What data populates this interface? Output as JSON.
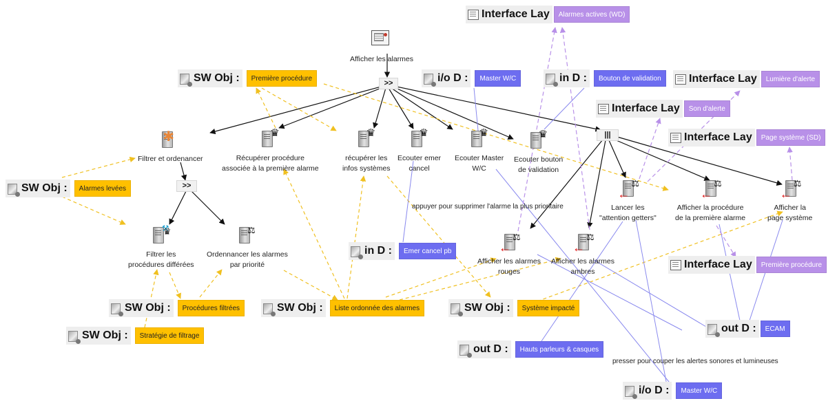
{
  "tasks": {
    "afficher": {
      "label": "Afficher les alarmes",
      "icon": "root-task-icon"
    },
    "filtrer": {
      "label": "Filtrer et ordenancer",
      "icon": "abstract-task-icon"
    },
    "recup_proc": {
      "label": "Récupérer procédure\nassociée à la première alarme",
      "icon": "system-task-icon"
    },
    "recup_infos": {
      "label": "récupérer les\ninfos systèmes",
      "icon": "system-task-icon"
    },
    "ecouter_cancel": {
      "label": "Ecouter emer\ncancel",
      "icon": "system-task-icon"
    },
    "ecouter_master": {
      "label": "Ecouter Master\nW/C",
      "icon": "system-task-icon"
    },
    "ecouter_bouton": {
      "label": "Ecouter bouton\nde validation",
      "icon": "system-task-icon"
    },
    "filtrer_proc": {
      "label": "Filtrer les\nprocédures différées",
      "icon": "system-task-icon"
    },
    "ordonnancer": {
      "label": "Ordennancer les alarmes\npar priorité",
      "icon": "system-task-icon"
    },
    "lancer": {
      "label": "Lancer les\n\"attention getters\"",
      "icon": "output-task-icon"
    },
    "aff_proc": {
      "label": "Afficher la procédure\nde la première alarme",
      "icon": "output-task-icon"
    },
    "aff_page": {
      "label": "Afficher la\npage système",
      "icon": "output-task-icon"
    },
    "aff_rouges": {
      "label": "Afficher les alarmes\nrouges",
      "icon": "output-task-icon"
    },
    "aff_ambres": {
      "label": "Afficher les alarmes\nambres",
      "icon": "output-task-icon"
    }
  },
  "operators": {
    "seq1": ">>",
    "seq2": ">>",
    "par": "|||"
  },
  "entities": {
    "sw_premiere": {
      "kind": "SW Obj :",
      "tag": "Première procédure"
    },
    "sw_alarmes_levees": {
      "kind": "SW Obj :",
      "tag": "Alarmes levées"
    },
    "sw_proc_filtrees": {
      "kind": "SW Obj :",
      "tag": "Procédures filtrées"
    },
    "sw_strategie": {
      "kind": "SW Obj :",
      "tag": "Stratégie de filtrage"
    },
    "sw_liste": {
      "kind": "SW Obj :",
      "tag": "Liste ordonnée des alarmes"
    },
    "sw_systeme": {
      "kind": "SW Obj :",
      "tag": "Système impacté"
    },
    "io_master_top": {
      "kind": "i/o D :",
      "tag": "Master W/C"
    },
    "in_bouton": {
      "kind": "in D :",
      "tag": "Bouton de validation"
    },
    "in_emer": {
      "kind": "in D :",
      "tag": "Emer cancel pb"
    },
    "out_hauts": {
      "kind": "out D :",
      "tag": "Hauts parleurs & casques"
    },
    "out_ecam": {
      "kind": "out D :",
      "tag": "ECAM"
    },
    "io_master_bottom": {
      "kind": "i/o D :",
      "tag": "Master W/C"
    },
    "if_alarmes_actives": {
      "kind": "Interface Lay",
      "tag": "Alarmes actives (WD)"
    },
    "if_lumiere": {
      "kind": "Interface Lay",
      "tag": "Lumière d'alerte"
    },
    "if_son": {
      "kind": "Interface Lay",
      "tag": "Son d'alerte"
    },
    "if_page": {
      "kind": "Interface Lay",
      "tag": "Page système (SD)"
    },
    "if_premiere": {
      "kind": "Interface Lay",
      "tag": "Première procédure"
    }
  },
  "notes": {
    "appuyer": "appuyer pour supprimer l'alarme la plus prioritaire",
    "presser": "presser pour couper les alertes sonores et lumineuses"
  },
  "colors": {
    "sw_obj": "#ffc000",
    "device": "#6d6df0",
    "interface": "#b890e8",
    "data_flow": "#f0c020",
    "device_link": "#8888ee",
    "interface_link": "#b890e8"
  }
}
